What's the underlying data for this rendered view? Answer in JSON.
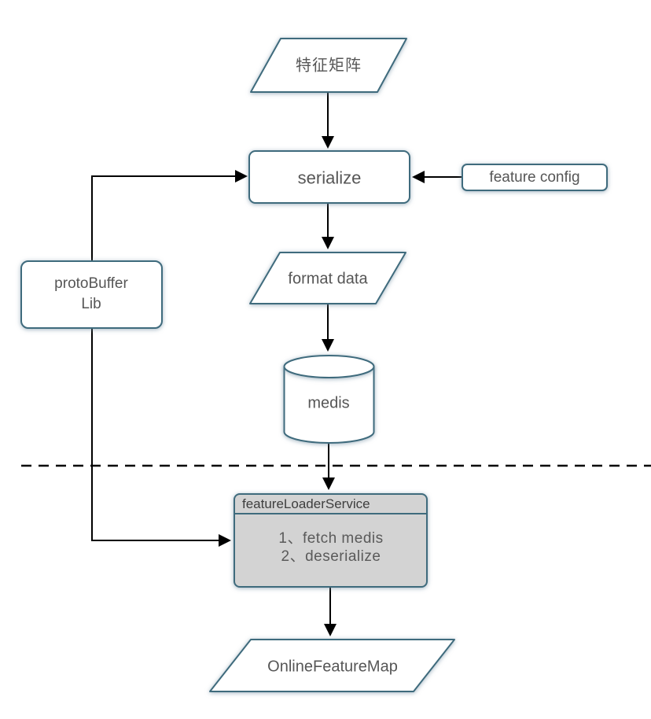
{
  "diagram": {
    "nodes": {
      "feature_matrix": {
        "label": "特征矩阵",
        "shape": "parallelogram"
      },
      "serialize": {
        "label": "serialize",
        "shape": "rounded-rect"
      },
      "feature_config": {
        "label": "feature config",
        "shape": "rounded-rect"
      },
      "protobuffer_lib": {
        "label": "protoBuffer\nLib",
        "shape": "rounded-rect"
      },
      "format_data": {
        "label": "format data",
        "shape": "parallelogram"
      },
      "medis": {
        "label": "medis",
        "shape": "cylinder"
      },
      "feature_loader_service": {
        "title": "featureLoaderService",
        "shape": "titled-rect",
        "steps": [
          "1、fetch medis",
          "2、deserialize"
        ]
      },
      "online_feature_map": {
        "label": "OnlineFeatureMap",
        "shape": "parallelogram"
      }
    },
    "edges": [
      {
        "from": "feature_matrix",
        "to": "serialize"
      },
      {
        "from": "feature_config",
        "to": "serialize"
      },
      {
        "from": "protobuffer_lib",
        "to": "serialize"
      },
      {
        "from": "serialize",
        "to": "format_data"
      },
      {
        "from": "format_data",
        "to": "medis"
      },
      {
        "from": "medis",
        "to": "feature_loader_service"
      },
      {
        "from": "protobuffer_lib",
        "to": "feature_loader_service"
      },
      {
        "from": "feature_loader_service",
        "to": "online_feature_map"
      }
    ],
    "separator": {
      "style": "dashed-horizontal"
    },
    "colors": {
      "shape_border": "#3f6b7d",
      "shape_fill": "#ffffff",
      "service_fill": "#d3d3d3",
      "text": "#565656",
      "service_title_text": "#3e3e3e",
      "connector": "#000000",
      "background": "#ffffff"
    }
  }
}
